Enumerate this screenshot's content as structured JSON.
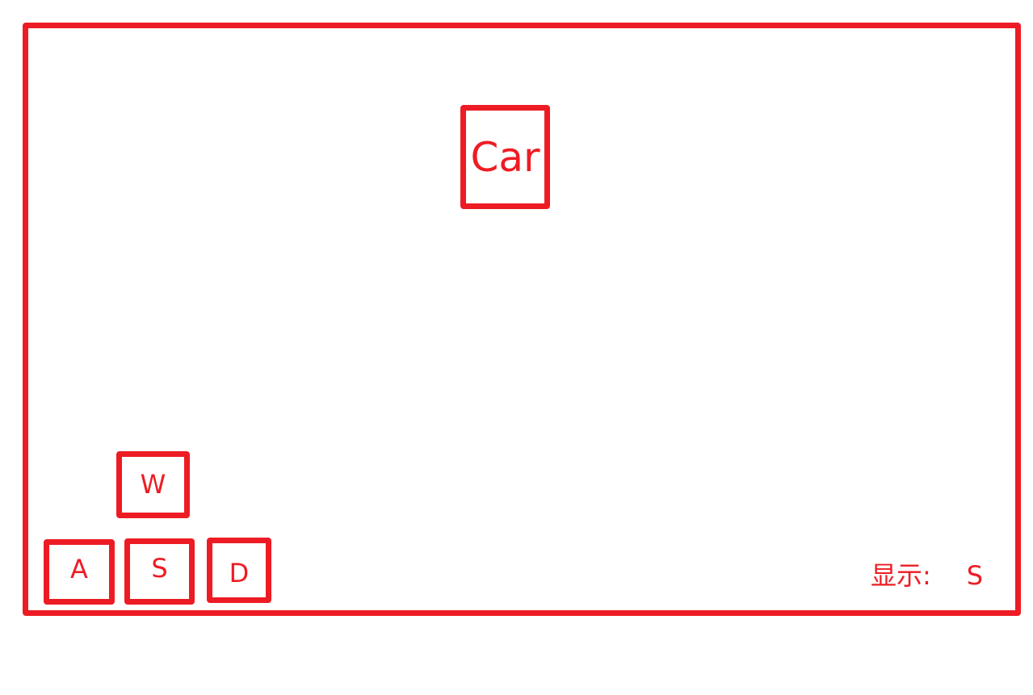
{
  "colors": {
    "accent": "#ed1c24",
    "background": "#ffffff"
  },
  "car": {
    "label": "Car"
  },
  "keys": {
    "w": "W",
    "a": "A",
    "s": "S",
    "d": "D"
  },
  "display": {
    "label": "显示:",
    "value": "S"
  }
}
